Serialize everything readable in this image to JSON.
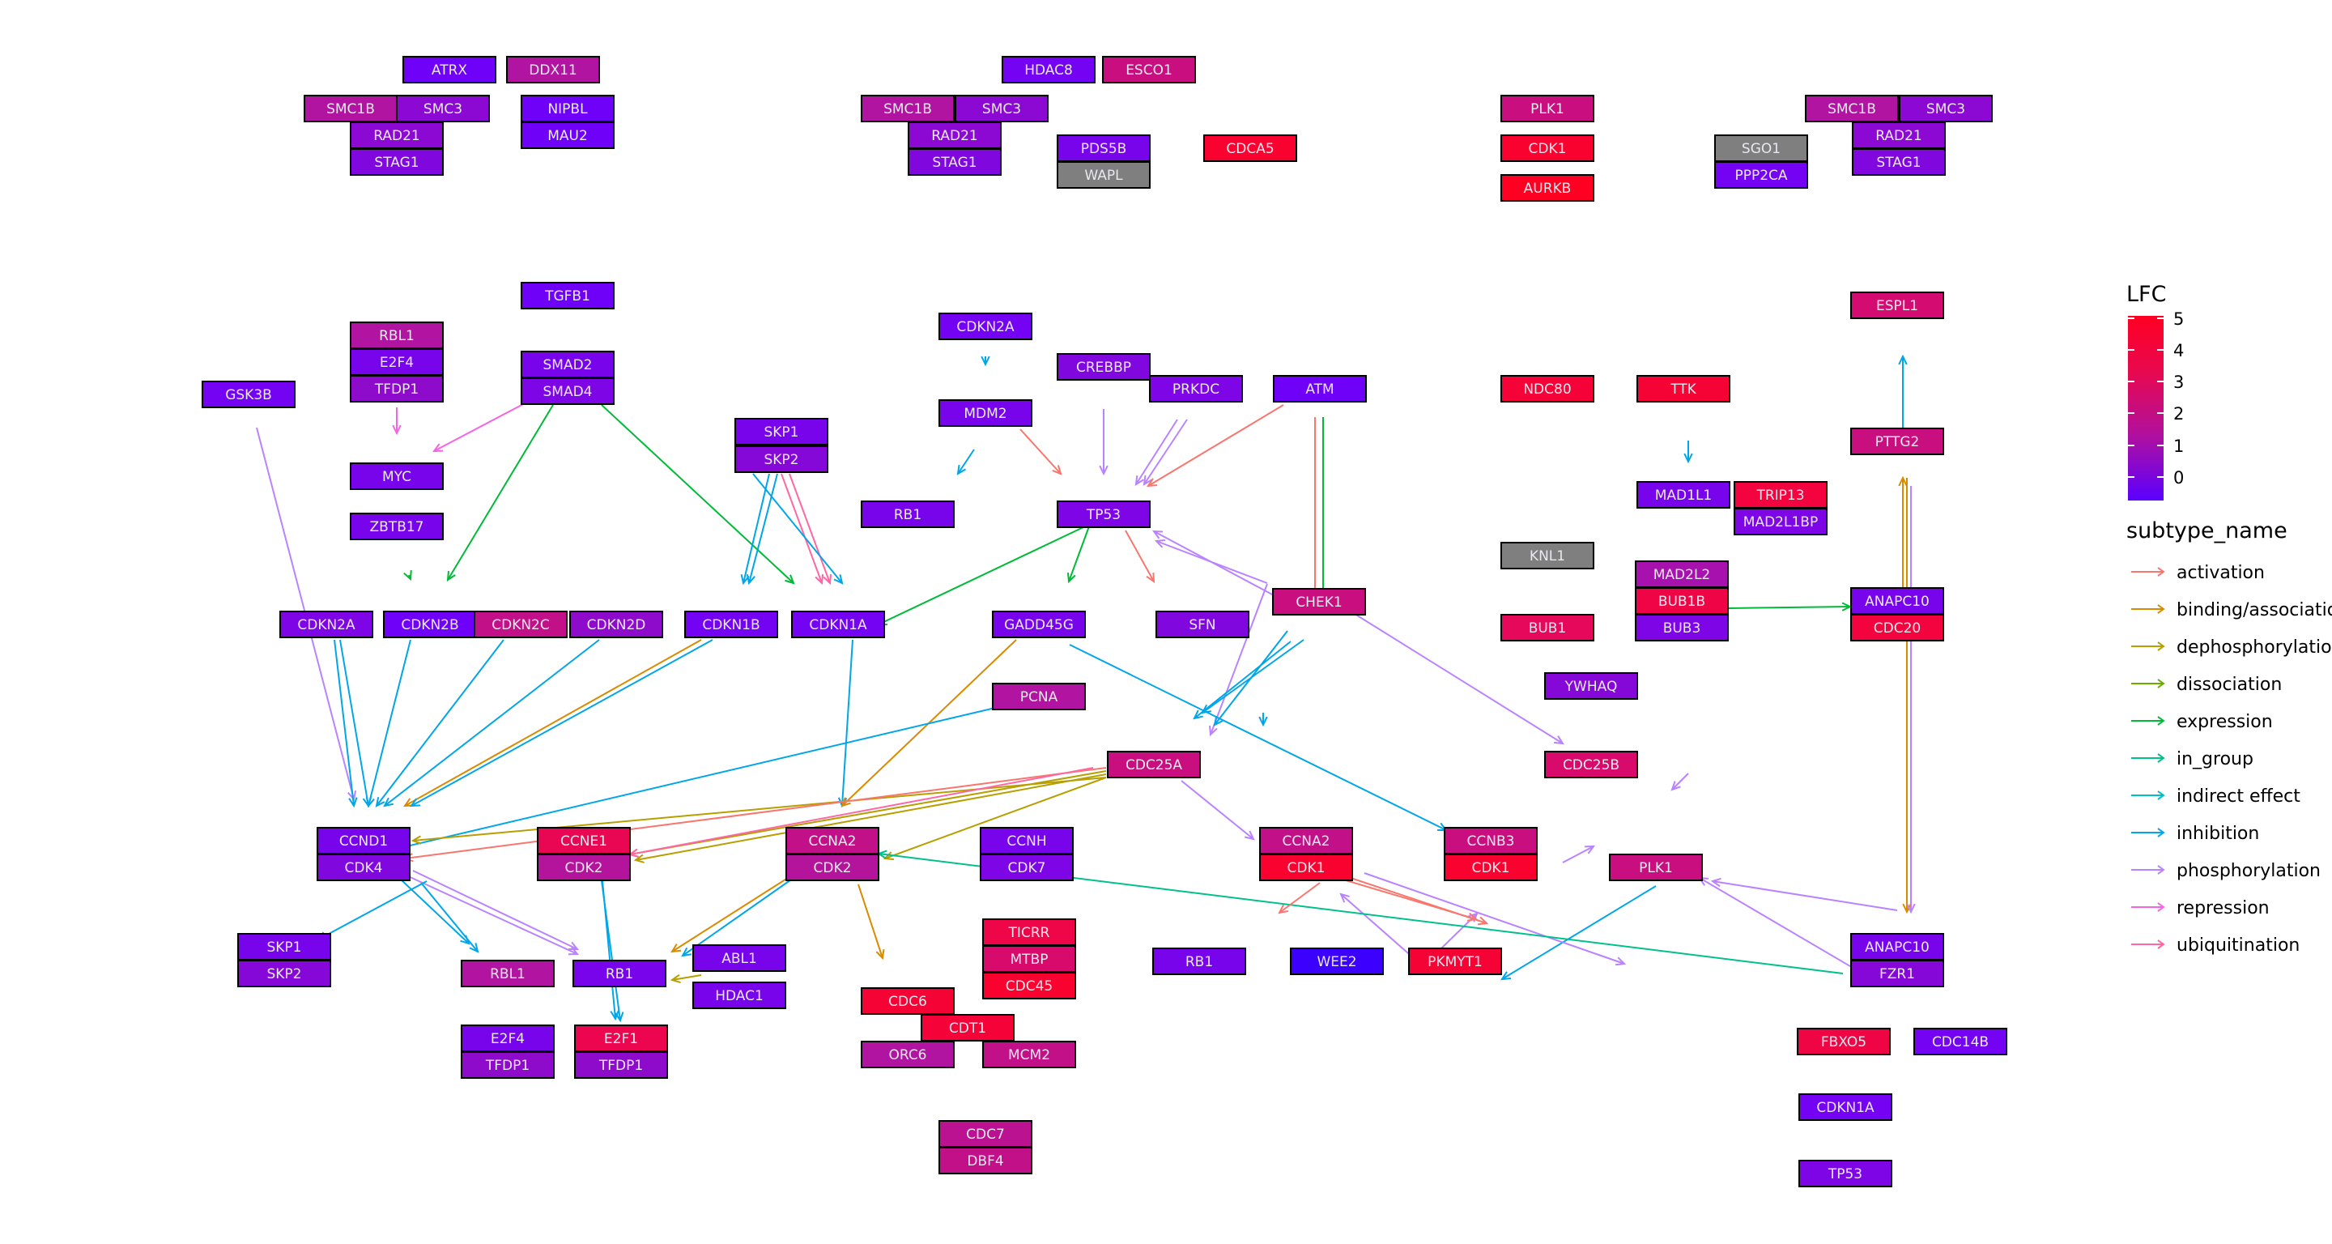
{
  "colors": {
    "activation": "#f8766d",
    "binding/association": "#d98b00",
    "dephosphorylation": "#b79f00",
    "dissociation": "#6cab00",
    "expression": "#00ba38",
    "in_group": "#00c08b",
    "indirect effect": "#00bfc4",
    "inhibition": "#00a6e8",
    "phosphorylation": "#b983ff",
    "repression": "#f564e3",
    "ubiquitination": "#ff67a4",
    "gray": "#808080",
    "lfc_low": "#6a00ff",
    "lfc_mid": "#c0149e",
    "lfc_high": "#ff0022"
  },
  "legend": {
    "lfc_title": "LFC",
    "lfc_ticks": [
      "5",
      "4",
      "3",
      "2",
      "1",
      "0"
    ],
    "subtype_title": "subtype_name",
    "subtypes": [
      "activation",
      "binding/association",
      "dephosphorylation",
      "dissociation",
      "expression",
      "in_group",
      "indirect effect",
      "inhibition",
      "phosphorylation",
      "repression",
      "ubiquitination"
    ]
  },
  "nodes": [
    {
      "label": "ATRX",
      "lfc": 0.1
    },
    {
      "label": "DDX11",
      "lfc": 1.5
    },
    {
      "label": "SMC1B",
      "lfc": 1.5
    },
    {
      "label": "SMC3",
      "lfc": 0.7
    },
    {
      "label": "NIPBL",
      "lfc": 0.1
    },
    {
      "label": "RAD21",
      "lfc": 0.7
    },
    {
      "label": "MAU2",
      "lfc": 0.1
    },
    {
      "label": "STAG1",
      "lfc": 0.5
    },
    {
      "label": "HDAC8",
      "lfc": 0.2
    },
    {
      "label": "ESCO1",
      "lfc": 2.2
    },
    {
      "label": "SMC1B",
      "lfc": 1.5
    },
    {
      "label": "SMC3",
      "lfc": 0.7
    },
    {
      "label": "RAD21",
      "lfc": 0.7
    },
    {
      "label": "PDS5B",
      "lfc": 0.3
    },
    {
      "label": "CDCA5",
      "lfc": 4.5
    },
    {
      "label": "STAG1",
      "lfc": 0.5
    },
    {
      "label": "WAPL",
      "lfc": null
    },
    {
      "label": "PLK1",
      "lfc": 2.2
    },
    {
      "label": "CDK1",
      "lfc": 4.5
    },
    {
      "label": "AURKB",
      "lfc": 5
    },
    {
      "label": "SGO1",
      "lfc": null
    },
    {
      "label": "PPP2CA",
      "lfc": 0.2
    },
    {
      "label": "SMC1B",
      "lfc": 1.5
    },
    {
      "label": "SMC3",
      "lfc": 0.7
    },
    {
      "label": "RAD21",
      "lfc": 0.7
    },
    {
      "label": "STAG1",
      "lfc": 0.5
    },
    {
      "label": "TGFB1",
      "lfc": 0.1
    },
    {
      "label": "RBL1",
      "lfc": 1.5
    },
    {
      "label": "E2F4",
      "lfc": 0.3
    },
    {
      "label": "TFDP1",
      "lfc": 0.8
    },
    {
      "label": "SMAD2",
      "lfc": 0.3
    },
    {
      "label": "SMAD4",
      "lfc": 0.4
    },
    {
      "label": "GSK3B",
      "lfc": 0.2
    },
    {
      "label": "MYC",
      "lfc": 0.3
    },
    {
      "label": "ZBTB17",
      "lfc": 0.3
    },
    {
      "label": "SKP1",
      "lfc": 0.3
    },
    {
      "label": "SKP2",
      "lfc": 0.6
    },
    {
      "label": "CDKN2A",
      "lfc": 0.2
    },
    {
      "label": "MDM2",
      "lfc": 0.3
    },
    {
      "label": "CREBBP",
      "lfc": 0.5
    },
    {
      "label": "PRKDC",
      "lfc": 0.4
    },
    {
      "label": "ATM",
      "lfc": 0.1
    },
    {
      "label": "RB1",
      "lfc": 0.3
    },
    {
      "label": "TP53",
      "lfc": 0.4
    },
    {
      "label": "CDKN2A",
      "lfc": 0.4
    },
    {
      "label": "CDKN2B",
      "lfc": 0.1
    },
    {
      "label": "CDKN2C",
      "lfc": 2
    },
    {
      "label": "CDKN2D",
      "lfc": 0.8
    },
    {
      "label": "CDKN1B",
      "lfc": 0.2
    },
    {
      "label": "CDKN1A",
      "lfc": 0.2
    },
    {
      "label": "GADD45G",
      "lfc": 0.3
    },
    {
      "label": "SFN",
      "lfc": 0.5
    },
    {
      "label": "CHEK1",
      "lfc": 2.2
    },
    {
      "label": "PCNA",
      "lfc": 1.5
    },
    {
      "label": "CDC25A",
      "lfc": 2.2
    },
    {
      "label": "CCND1",
      "lfc": 0.3
    },
    {
      "label": "CDK4",
      "lfc": 0.5
    },
    {
      "label": "CCNE1",
      "lfc": 3.2
    },
    {
      "label": "CDK2",
      "lfc": 1.6
    },
    {
      "label": "CCNA2",
      "lfc": 2
    },
    {
      "label": "CDK2",
      "lfc": 1.6
    },
    {
      "label": "CCNH",
      "lfc": 0.3
    },
    {
      "label": "CDK7",
      "lfc": 0.4
    },
    {
      "label": "CCNA2",
      "lfc": 2
    },
    {
      "label": "CDK1",
      "lfc": 4.5
    },
    {
      "label": "CCNB3",
      "lfc": 2.2
    },
    {
      "label": "CDK1",
      "lfc": 4.5
    },
    {
      "label": "PLK1",
      "lfc": 2.2
    },
    {
      "label": "NDC80",
      "lfc": 4.2
    },
    {
      "label": "TTK",
      "lfc": 4.3
    },
    {
      "label": "MAD1L1",
      "lfc": 0.3
    },
    {
      "label": "TRIP13",
      "lfc": 4
    },
    {
      "label": "MAD2L1BP",
      "lfc": 0.4
    },
    {
      "label": "KNL1",
      "lfc": null
    },
    {
      "label": "MAD2L2",
      "lfc": 1.3
    },
    {
      "label": "BUB1B",
      "lfc": 3.7
    },
    {
      "label": "BUB3",
      "lfc": 0.4
    },
    {
      "label": "BUB1",
      "lfc": 3
    },
    {
      "label": "ESPL1",
      "lfc": 2.5
    },
    {
      "label": "PTTG2",
      "lfc": 2.2
    },
    {
      "label": "ANAPC10",
      "lfc": 0.3
    },
    {
      "label": "CDC20",
      "lfc": 4
    },
    {
      "label": "YWHAQ",
      "lfc": 0.6
    },
    {
      "label": "CDC25B",
      "lfc": 2.6
    },
    {
      "label": "SKP1",
      "lfc": 0.3
    },
    {
      "label": "SKP2",
      "lfc": 0.6
    },
    {
      "label": "RBL1",
      "lfc": 1.5
    },
    {
      "label": "RB1",
      "lfc": 0.3
    },
    {
      "label": "ABL1",
      "lfc": 0.3
    },
    {
      "label": "HDAC1",
      "lfc": 0.3
    },
    {
      "label": "E2F4",
      "lfc": 0.3
    },
    {
      "label": "TFDP1",
      "lfc": 0.8
    },
    {
      "label": "E2F1",
      "lfc": 3.4
    },
    {
      "label": "TFDP1",
      "lfc": 0.8
    },
    {
      "label": "TICRR",
      "lfc": 3.6
    },
    {
      "label": "MTBP",
      "lfc": 2.6
    },
    {
      "label": "CDC45",
      "lfc": 4.5
    },
    {
      "label": "CDC6",
      "lfc": 4.3
    },
    {
      "label": "CDT1",
      "lfc": 4.2
    },
    {
      "label": "ORC6",
      "lfc": 1.5
    },
    {
      "label": "MCM2",
      "lfc": 2
    },
    {
      "label": "CDC7",
      "lfc": 1.8
    },
    {
      "label": "DBF4",
      "lfc": 2
    },
    {
      "label": "RB1",
      "lfc": 0.3
    },
    {
      "label": "WEE2",
      "lfc": -0.7
    },
    {
      "label": "PKMYT1",
      "lfc": 4.3
    },
    {
      "label": "ANAPC10",
      "lfc": 0.3
    },
    {
      "label": "FZR1",
      "lfc": 0.6
    },
    {
      "label": "FBXO5",
      "lfc": 3.8
    },
    {
      "label": "CDC14B",
      "lfc": 0.2
    },
    {
      "label": "CDKN1A",
      "lfc": 0.2
    },
    {
      "label": "TP53",
      "lfc": 0.4
    }
  ],
  "edges": [
    {
      "type": "phosphorylation"
    },
    {
      "type": "inhibition"
    },
    {
      "type": "inhibition"
    },
    {
      "type": "inhibition"
    },
    {
      "type": "inhibition"
    },
    {
      "type": "inhibition"
    },
    {
      "type": "binding/association"
    },
    {
      "type": "inhibition"
    },
    {
      "type": "inhibition"
    },
    {
      "type": "binding/association"
    },
    {
      "type": "repression"
    },
    {
      "type": "repression"
    },
    {
      "type": "expression"
    },
    {
      "type": "expression"
    },
    {
      "type": "expression"
    },
    {
      "type": "inhibition"
    },
    {
      "type": "inhibition"
    },
    {
      "type": "ubiquitination"
    },
    {
      "type": "ubiquitination"
    },
    {
      "type": "inhibition"
    },
    {
      "type": "inhibition"
    },
    {
      "type": "inhibition"
    },
    {
      "type": "activation"
    },
    {
      "type": "phosphorylation"
    },
    {
      "type": "phosphorylation"
    },
    {
      "type": "phosphorylation"
    },
    {
      "type": "activation"
    },
    {
      "type": "activation"
    },
    {
      "type": "expression"
    },
    {
      "type": "expression"
    },
    {
      "type": "expression"
    },
    {
      "type": "activation"
    },
    {
      "type": "phosphorylation"
    },
    {
      "type": "phosphorylation"
    },
    {
      "type": "phosphorylation"
    },
    {
      "type": "inhibition"
    },
    {
      "type": "inhibition"
    },
    {
      "type": "inhibition"
    },
    {
      "type": "dephosphorylation"
    },
    {
      "type": "activation"
    },
    {
      "type": "dephosphorylation"
    },
    {
      "type": "dephosphorylation"
    },
    {
      "type": "dephosphorylation"
    },
    {
      "type": "inhibition"
    },
    {
      "type": "ubiquitination"
    },
    {
      "type": "phosphorylation"
    },
    {
      "type": "inhibition"
    },
    {
      "type": "phosphorylation"
    },
    {
      "type": "inhibition"
    },
    {
      "type": "phosphorylation"
    },
    {
      "type": "phosphorylation"
    },
    {
      "type": "inhibition"
    },
    {
      "type": "expression"
    },
    {
      "type": "inhibition"
    },
    {
      "type": "binding/association"
    },
    {
      "type": "binding/association"
    },
    {
      "type": "phosphorylation"
    },
    {
      "type": "phosphorylation"
    },
    {
      "type": "phosphorylation"
    },
    {
      "type": "inhibition"
    },
    {
      "type": "phosphorylation"
    },
    {
      "type": "phosphorylation"
    },
    {
      "type": "phosphorylation"
    },
    {
      "type": "activation"
    },
    {
      "type": "activation"
    },
    {
      "type": "inhibition"
    },
    {
      "type": "in_group"
    },
    {
      "type": "activation"
    },
    {
      "type": "inhibition"
    },
    {
      "type": "inhibition"
    },
    {
      "type": "phosphorylation"
    },
    {
      "type": "phosphorylation"
    },
    {
      "type": "inhibition"
    },
    {
      "type": "binding/association"
    },
    {
      "type": "inhibition"
    },
    {
      "type": "binding/association"
    },
    {
      "type": "inhibition"
    },
    {
      "type": "inhibition"
    },
    {
      "type": "dephosphorylation"
    }
  ]
}
